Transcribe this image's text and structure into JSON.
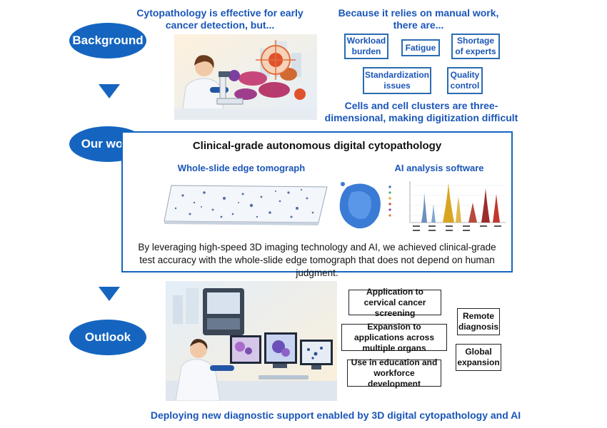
{
  "sections": {
    "background": "Background",
    "our_work": "Our work",
    "outlook": "Outlook"
  },
  "background": {
    "left_heading": "Cytopathology is effective for early cancer detection, but...",
    "right_heading": "Because it relies on manual work, there are...",
    "issues": [
      "Workload burden",
      "Fatigue",
      "Shortage of experts",
      "Standardization issues",
      "Quality control"
    ],
    "note": "Cells and cell clusters are three-dimensional, making digitization difficult"
  },
  "our_work": {
    "title": "Clinical-grade autonomous digital cytopathology",
    "left_label": "Whole-slide edge tomograph",
    "right_label": "AI analysis software",
    "description": "By leveraging high-speed 3D imaging technology and AI, we achieved clinical-grade test accuracy with the whole-slide edge tomograph that does not depend on human judgment."
  },
  "outlook": {
    "items": [
      "Application to cervical cancer screening",
      "Expansion to applications across multiple organs",
      "Use in education and workforce development",
      "Remote diagnosis",
      "Global expansion"
    ],
    "footer": "Deploying new diagnostic support enabled by 3D digital cytopathology and AI"
  },
  "colors": {
    "accent": "#1565c0",
    "heading_text": "#1a56b8"
  },
  "icons": [
    "microscope-scientist-illustration",
    "target-icon",
    "glass-slide-illustration",
    "cell-cluster-scatter-plot",
    "violin-plot-chart",
    "scanner-workstation-illustration"
  ]
}
